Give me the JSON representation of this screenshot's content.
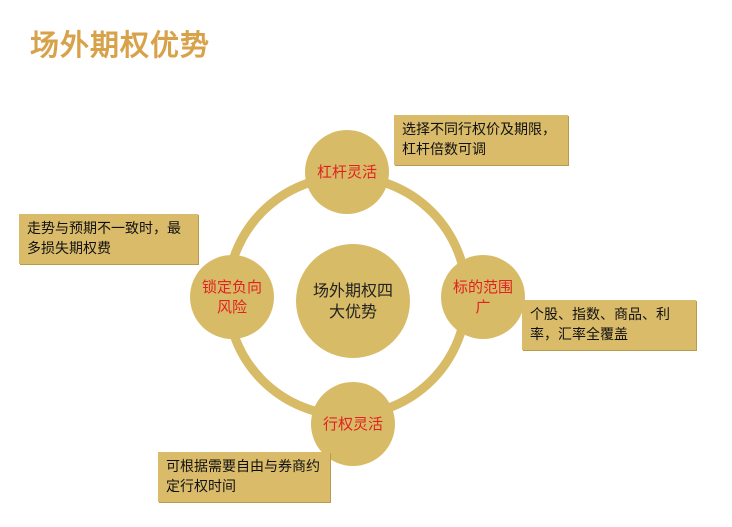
{
  "page": {
    "title": "场外期权优势",
    "colors": {
      "title": "#d8a24a",
      "gold": "#d8bb66",
      "red_text": "#e12222",
      "dark_text": "#111111"
    }
  },
  "diagram": {
    "center": {
      "label": "场外期权四大优势"
    },
    "nodes": [
      {
        "label": "杠杆灵活",
        "description": "选择不同行权价及期限，杠杆倍数可调"
      },
      {
        "label": "标的范围广",
        "description": "个股、指数、商品、利率，汇率全覆盖"
      },
      {
        "label": "行权灵活",
        "description": "可根据需要自由与券商约定行权时间"
      },
      {
        "label": "锁定负向风险",
        "description": "走势与预期不一致时，最多损失期权费"
      }
    ]
  }
}
